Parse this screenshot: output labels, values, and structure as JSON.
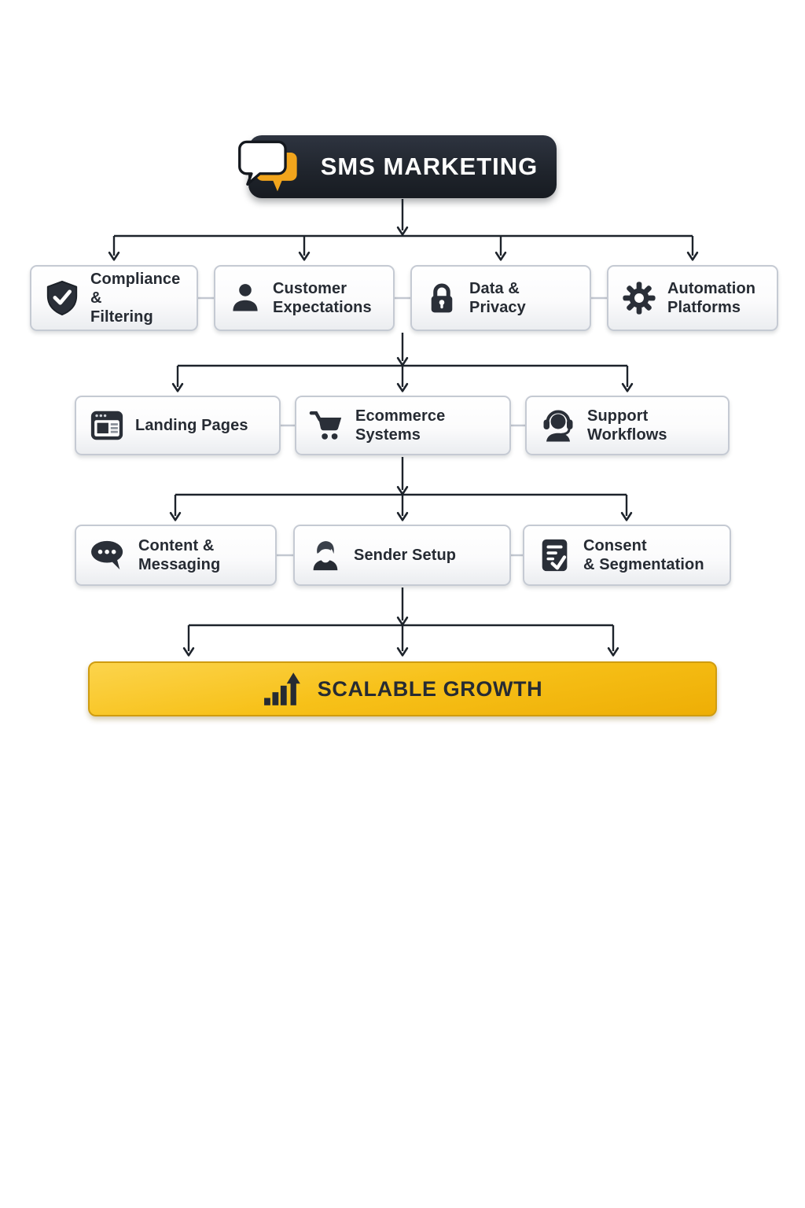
{
  "diagram": {
    "root": {
      "label": "SMS MARKETING",
      "icon": "chat-bubbles-icon"
    },
    "levels": [
      {
        "items": [
          {
            "label": "Compliance &\nFiltering",
            "icon": "shield-check-icon"
          },
          {
            "label": "Customer\nExpectations",
            "icon": "user-icon"
          },
          {
            "label": "Data &\nPrivacy",
            "icon": "lock-icon"
          },
          {
            "label": "Automation\nPlatforms",
            "icon": "gear-icon"
          }
        ]
      },
      {
        "items": [
          {
            "label": "Landing Pages",
            "icon": "browser-window-icon"
          },
          {
            "label": "Ecommerce Systems",
            "icon": "shopping-cart-icon"
          },
          {
            "label": "Support Workflows",
            "icon": "headset-support-icon"
          }
        ]
      },
      {
        "items": [
          {
            "label": "Content & Messaging",
            "icon": "chat-ellipsis-icon"
          },
          {
            "label": "Sender Setup",
            "icon": "user-avatar-icon"
          },
          {
            "label": "Consent\n& Segmentation",
            "icon": "checklist-document-icon"
          }
        ]
      }
    ],
    "footer": {
      "label": "SCALABLE GROWTH",
      "icon": "growth-bars-arrow-icon"
    },
    "colors": {
      "header_bg": "#20252d",
      "header_text": "#ffffff",
      "bubble_amber": "#f2a51c",
      "node_ink": "#2a2f38",
      "node_border": "#c5cad3",
      "node_text": "#262b33",
      "connector": "#1d232b",
      "sibling_link": "#c3c8d1",
      "banner_yellow": "#f7c119",
      "banner_border": "#cf9c10"
    }
  }
}
